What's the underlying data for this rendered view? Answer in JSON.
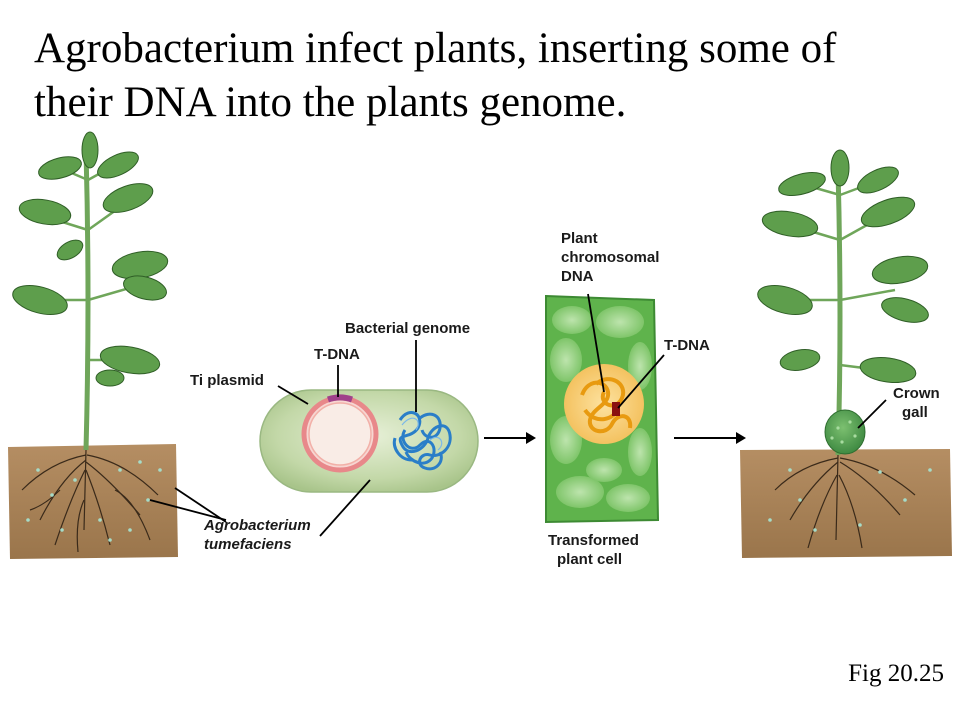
{
  "title": {
    "line1": "Agrobacterium infect plants, inserting some of",
    "line2": "their DNA into the plants genome."
  },
  "caption": "Fig 20.25",
  "labels": {
    "ti_plasmid": "Ti plasmid",
    "t_dna_bacterium": "T-DNA",
    "bacterial_genome": "Bacterial genome",
    "agrobacterium_line1": "Agrobacterium",
    "agrobacterium_line2": "tumefaciens",
    "plant_chrom_line1": "Plant",
    "plant_chrom_line2": "chromosomal",
    "plant_chrom_line3": "DNA",
    "t_dna_cell": "T-DNA",
    "transformed_line1": "Transformed",
    "transformed_line2": "plant cell",
    "crown_line1": "Crown",
    "crown_line2": "gall"
  },
  "colors": {
    "soil": "#a8845a",
    "stem": "#6fa65a",
    "leaf": "#5e9e4c",
    "bacterium": "#c3d8a8",
    "ti_plasmid": "#e8888a",
    "t_dna_segment": "#a0428a",
    "bacterial_genome": "#2a7ec8",
    "plant_cell": "#5fb34c",
    "nucleus": "#f5c870",
    "chromosome": "#f0a020",
    "t_dna_insert": "#8a1010",
    "crown_gall": "#4f9a50"
  }
}
